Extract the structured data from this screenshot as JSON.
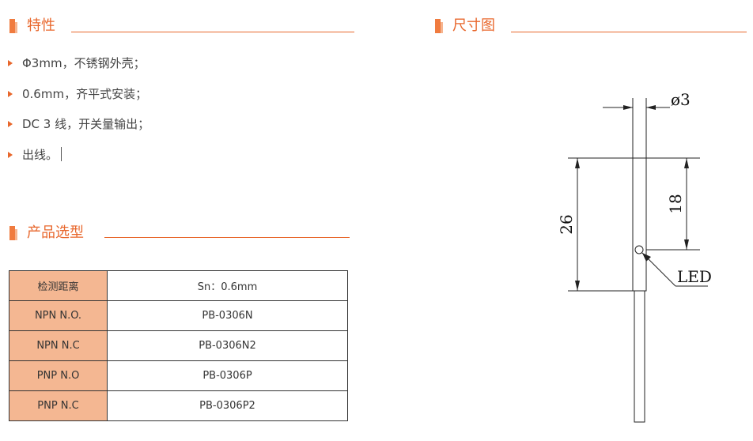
{
  "features": {
    "title": "特性",
    "items": [
      "Φ3mm，不锈钢外壳；",
      "0.6mm，齐平式安装；",
      "DC 3 线，开关量输出；",
      "出线。"
    ]
  },
  "dimensions": {
    "title": "尺寸图",
    "diameter_label": "ø3",
    "total_length_label": "26",
    "led_position_label": "18",
    "led_label": "LED"
  },
  "selection": {
    "title": "产品选型",
    "rows": [
      {
        "key": "检测距离",
        "value": "Sn：0.6mm"
      },
      {
        "key": "NPN N.O.",
        "value": "PB-0306N"
      },
      {
        "key": "NPN N.C",
        "value": "PB-0306N2"
      },
      {
        "key": "PNP N.O",
        "value": "PB-0306P"
      },
      {
        "key": "PNP N.C",
        "value": "PB-0306P2"
      }
    ]
  },
  "colors": {
    "accent": "#e8672c",
    "marker": "#f07b3f",
    "table_key_bg": "#f4b792"
  }
}
